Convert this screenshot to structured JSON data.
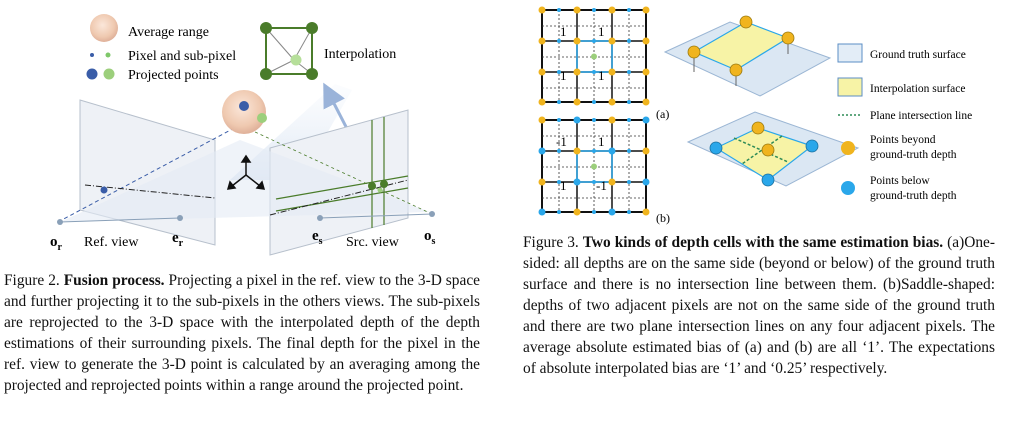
{
  "figure2": {
    "legend": {
      "average_range": "Average range",
      "pixel_subpixel": "Pixel and sub-pixel",
      "projected_points": "Projected points",
      "interpolation": "Interpolation"
    },
    "labels": {
      "o_r": "o",
      "o_r_sub": "r",
      "ref_view": "Ref. view",
      "e_r": "e",
      "e_r_sub": "r",
      "e_s": "e",
      "e_s_sub": "s",
      "src_view": "Src. view",
      "o_s": "o",
      "o_s_sub": "s"
    },
    "caption": {
      "label": "Figure 2.",
      "title": "Fusion process.",
      "body": " Projecting a pixel in the ref. view to the 3-D space and further projecting it to the sub-pixels in the others views.  The sub-pixels are reprojected to the 3-D space with the interpolated depth of the depth estimations of their surrounding pixels. The final depth for the pixel in the ref. view to generate the 3-D point is calculated by an averaging among the projected and reprojected points within a range around the projected point."
    }
  },
  "figure3": {
    "grid_a_labels": [
      "1",
      "1",
      "1",
      "1"
    ],
    "grid_b_labels": [
      "-1",
      "1",
      "1",
      "-1"
    ],
    "panel_a": "(a)",
    "panel_b": "(b)",
    "legend": {
      "ground_truth_surface": "Ground truth surface",
      "interpolation_surface": "Interpolation surface",
      "plane_intersection_line": "Plane intersection line",
      "beyond_line1": "Points beyond",
      "beyond_line2": "ground-truth depth",
      "below_line1": "Points below",
      "below_line2": "ground-truth depth"
    },
    "caption": {
      "label": "Figure 3.",
      "title": "Two kinds of depth cells with the same estimation bias.",
      "body": " (a)One-sided: all depths are on the same side (beyond or below) of the ground truth surface and there is no intersection line between them. (b)Saddle-shaped: depths of two adjacent pixels are not on the same side of the ground truth and there are two plane intersection lines on any four adjacent pixels. The average absolute estimated bias of (a) and (b) are all ‘1’. The expectations of absolute interpolated bias are ‘1’ and ‘0.25’ respectively."
    }
  },
  "colors": {
    "yellow_point": "#f0b41e",
    "blue_point": "#2aa7ea",
    "interp_surface": "#f7f3a6",
    "gt_surface": "#dbe7f3",
    "green_line": "#2e8b57",
    "node_green": "#4a7c2a",
    "sub_green": "#9ccf7c"
  }
}
